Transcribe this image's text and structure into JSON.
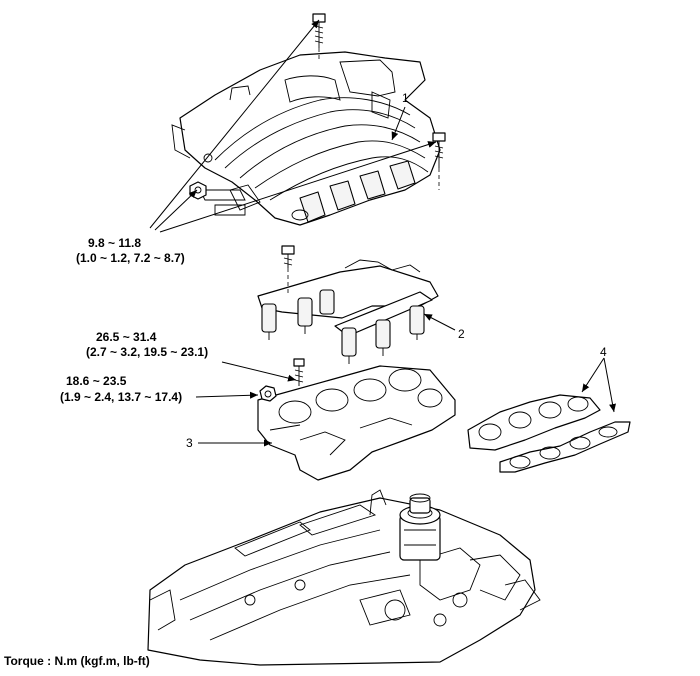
{
  "callouts": {
    "part1": "1",
    "part2": "2",
    "part3": "3",
    "part4": "4"
  },
  "torques": {
    "intake_bolts": {
      "value": "9.8 ~ 11.8",
      "units": "(1.0 ~ 1.2, 7.2 ~ 8.7)"
    },
    "rail_bolts": {
      "value": "26.5 ~ 31.4",
      "units": "(2.7 ~ 3.2, 19.5 ~ 23.1)"
    },
    "lower_nut": {
      "value": "18.6 ~ 23.5",
      "units": "(1.9 ~ 2.4, 13.7 ~ 17.4)"
    }
  },
  "footer": "Torque : N.m (kgf.m, lb-ft)"
}
